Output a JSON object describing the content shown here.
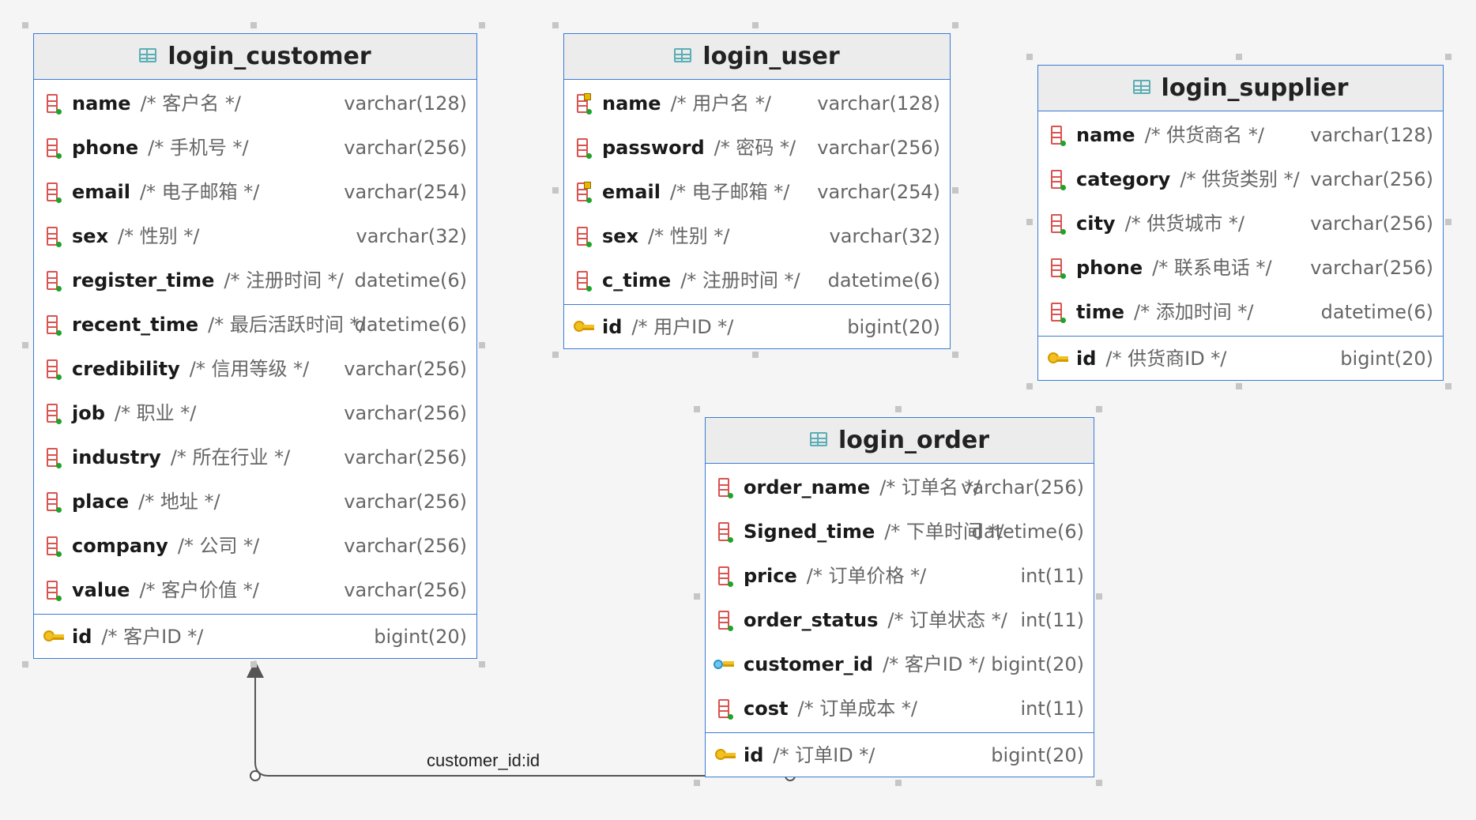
{
  "tables": [
    {
      "id": "login_customer",
      "title": "login_customer",
      "fields": [
        {
          "name": "name",
          "comment": "/* 客户名 */",
          "type": "varchar(128)",
          "icon": "column"
        },
        {
          "name": "phone",
          "comment": "/* 手机号 */",
          "type": "varchar(256)",
          "icon": "column"
        },
        {
          "name": "email",
          "comment": "/* 电子邮箱 */",
          "type": "varchar(254)",
          "icon": "column"
        },
        {
          "name": "sex",
          "comment": "/* 性别 */",
          "type": "varchar(32)",
          "icon": "column"
        },
        {
          "name": "register_time",
          "comment": "/* 注册时间 */",
          "type": "datetime(6)",
          "icon": "column"
        },
        {
          "name": "recent_time",
          "comment": "/* 最后活跃时间 */",
          "type": "datetime(6)",
          "icon": "column"
        },
        {
          "name": "credibility",
          "comment": "/* 信用等级 */",
          "type": "varchar(256)",
          "icon": "column"
        },
        {
          "name": "job",
          "comment": "/* 职业 */",
          "type": "varchar(256)",
          "icon": "column"
        },
        {
          "name": "industry",
          "comment": "/* 所在行业 */",
          "type": "varchar(256)",
          "icon": "column"
        },
        {
          "name": "place",
          "comment": "/* 地址 */",
          "type": "varchar(256)",
          "icon": "column"
        },
        {
          "name": "company",
          "comment": "/* 公司 */",
          "type": "varchar(256)",
          "icon": "column"
        },
        {
          "name": "value",
          "comment": "/* 客户价值 */",
          "type": "varchar(256)",
          "icon": "column"
        }
      ],
      "pk": {
        "name": "id",
        "comment": "/* 客户ID */",
        "type": "bigint(20)",
        "icon": "primary-key"
      }
    },
    {
      "id": "login_user",
      "title": "login_user",
      "fields": [
        {
          "name": "name",
          "comment": "/*  用户名 */",
          "type": "varchar(128)",
          "icon": "indexed-column"
        },
        {
          "name": "password",
          "comment": "/* 密码 */",
          "type": "varchar(256)",
          "icon": "column"
        },
        {
          "name": "email",
          "comment": "/* 电子邮箱 */",
          "type": "varchar(254)",
          "icon": "indexed-column"
        },
        {
          "name": "sex",
          "comment": "/* 性别 */",
          "type": "varchar(32)",
          "icon": "column"
        },
        {
          "name": "c_time",
          "comment": "/* 注册时间 */",
          "type": "datetime(6)",
          "icon": "column"
        }
      ],
      "pk": {
        "name": "id",
        "comment": "/* 用户ID */",
        "type": "bigint(20)",
        "icon": "primary-key"
      }
    },
    {
      "id": "login_supplier",
      "title": "login_supplier",
      "fields": [
        {
          "name": "name",
          "comment": "/* 供货商名 */",
          "type": "varchar(128)",
          "icon": "column"
        },
        {
          "name": "category",
          "comment": "/* 供货类别 */",
          "type": "varchar(256)",
          "icon": "column"
        },
        {
          "name": "city",
          "comment": "/* 供货城市 */",
          "type": "varchar(256)",
          "icon": "column"
        },
        {
          "name": "phone",
          "comment": "/* 联系电话 */",
          "type": "varchar(256)",
          "icon": "column"
        },
        {
          "name": "time",
          "comment": "/* 添加时间 */",
          "type": "datetime(6)",
          "icon": "column"
        }
      ],
      "pk": {
        "name": "id",
        "comment": "/* 供货商ID */",
        "type": "bigint(20)",
        "icon": "primary-key"
      }
    },
    {
      "id": "login_order",
      "title": "login_order",
      "fields": [
        {
          "name": "order_name",
          "comment": "/* 订单名 */",
          "type": "varchar(256)",
          "icon": "column"
        },
        {
          "name": "Signed_time",
          "comment": "/* 下单时间 */",
          "type": "datetime(6)",
          "icon": "column"
        },
        {
          "name": "price",
          "comment": "/* 订单价格 */",
          "type": "int(11)",
          "icon": "column"
        },
        {
          "name": "order_status",
          "comment": "/* 订单状态 */",
          "type": "int(11)",
          "icon": "column"
        },
        {
          "name": "customer_id",
          "comment": "/* 客户ID */",
          "type": "bigint(20)",
          "icon": "foreign-key"
        },
        {
          "name": "cost",
          "comment": "/* 订单成本 */",
          "type": "int(11)",
          "icon": "column"
        }
      ],
      "pk": {
        "name": "id",
        "comment": "/* 订单ID */",
        "type": "bigint(20)",
        "icon": "primary-key"
      }
    }
  ],
  "relations": [
    {
      "label": "customer_id:id",
      "from": "login_order",
      "to": "login_customer"
    }
  ],
  "colors": {
    "border": "#3a7bd5",
    "header_bg": "#ececec",
    "column_icon": "#d9534f",
    "key_icon": "#f2c020"
  }
}
